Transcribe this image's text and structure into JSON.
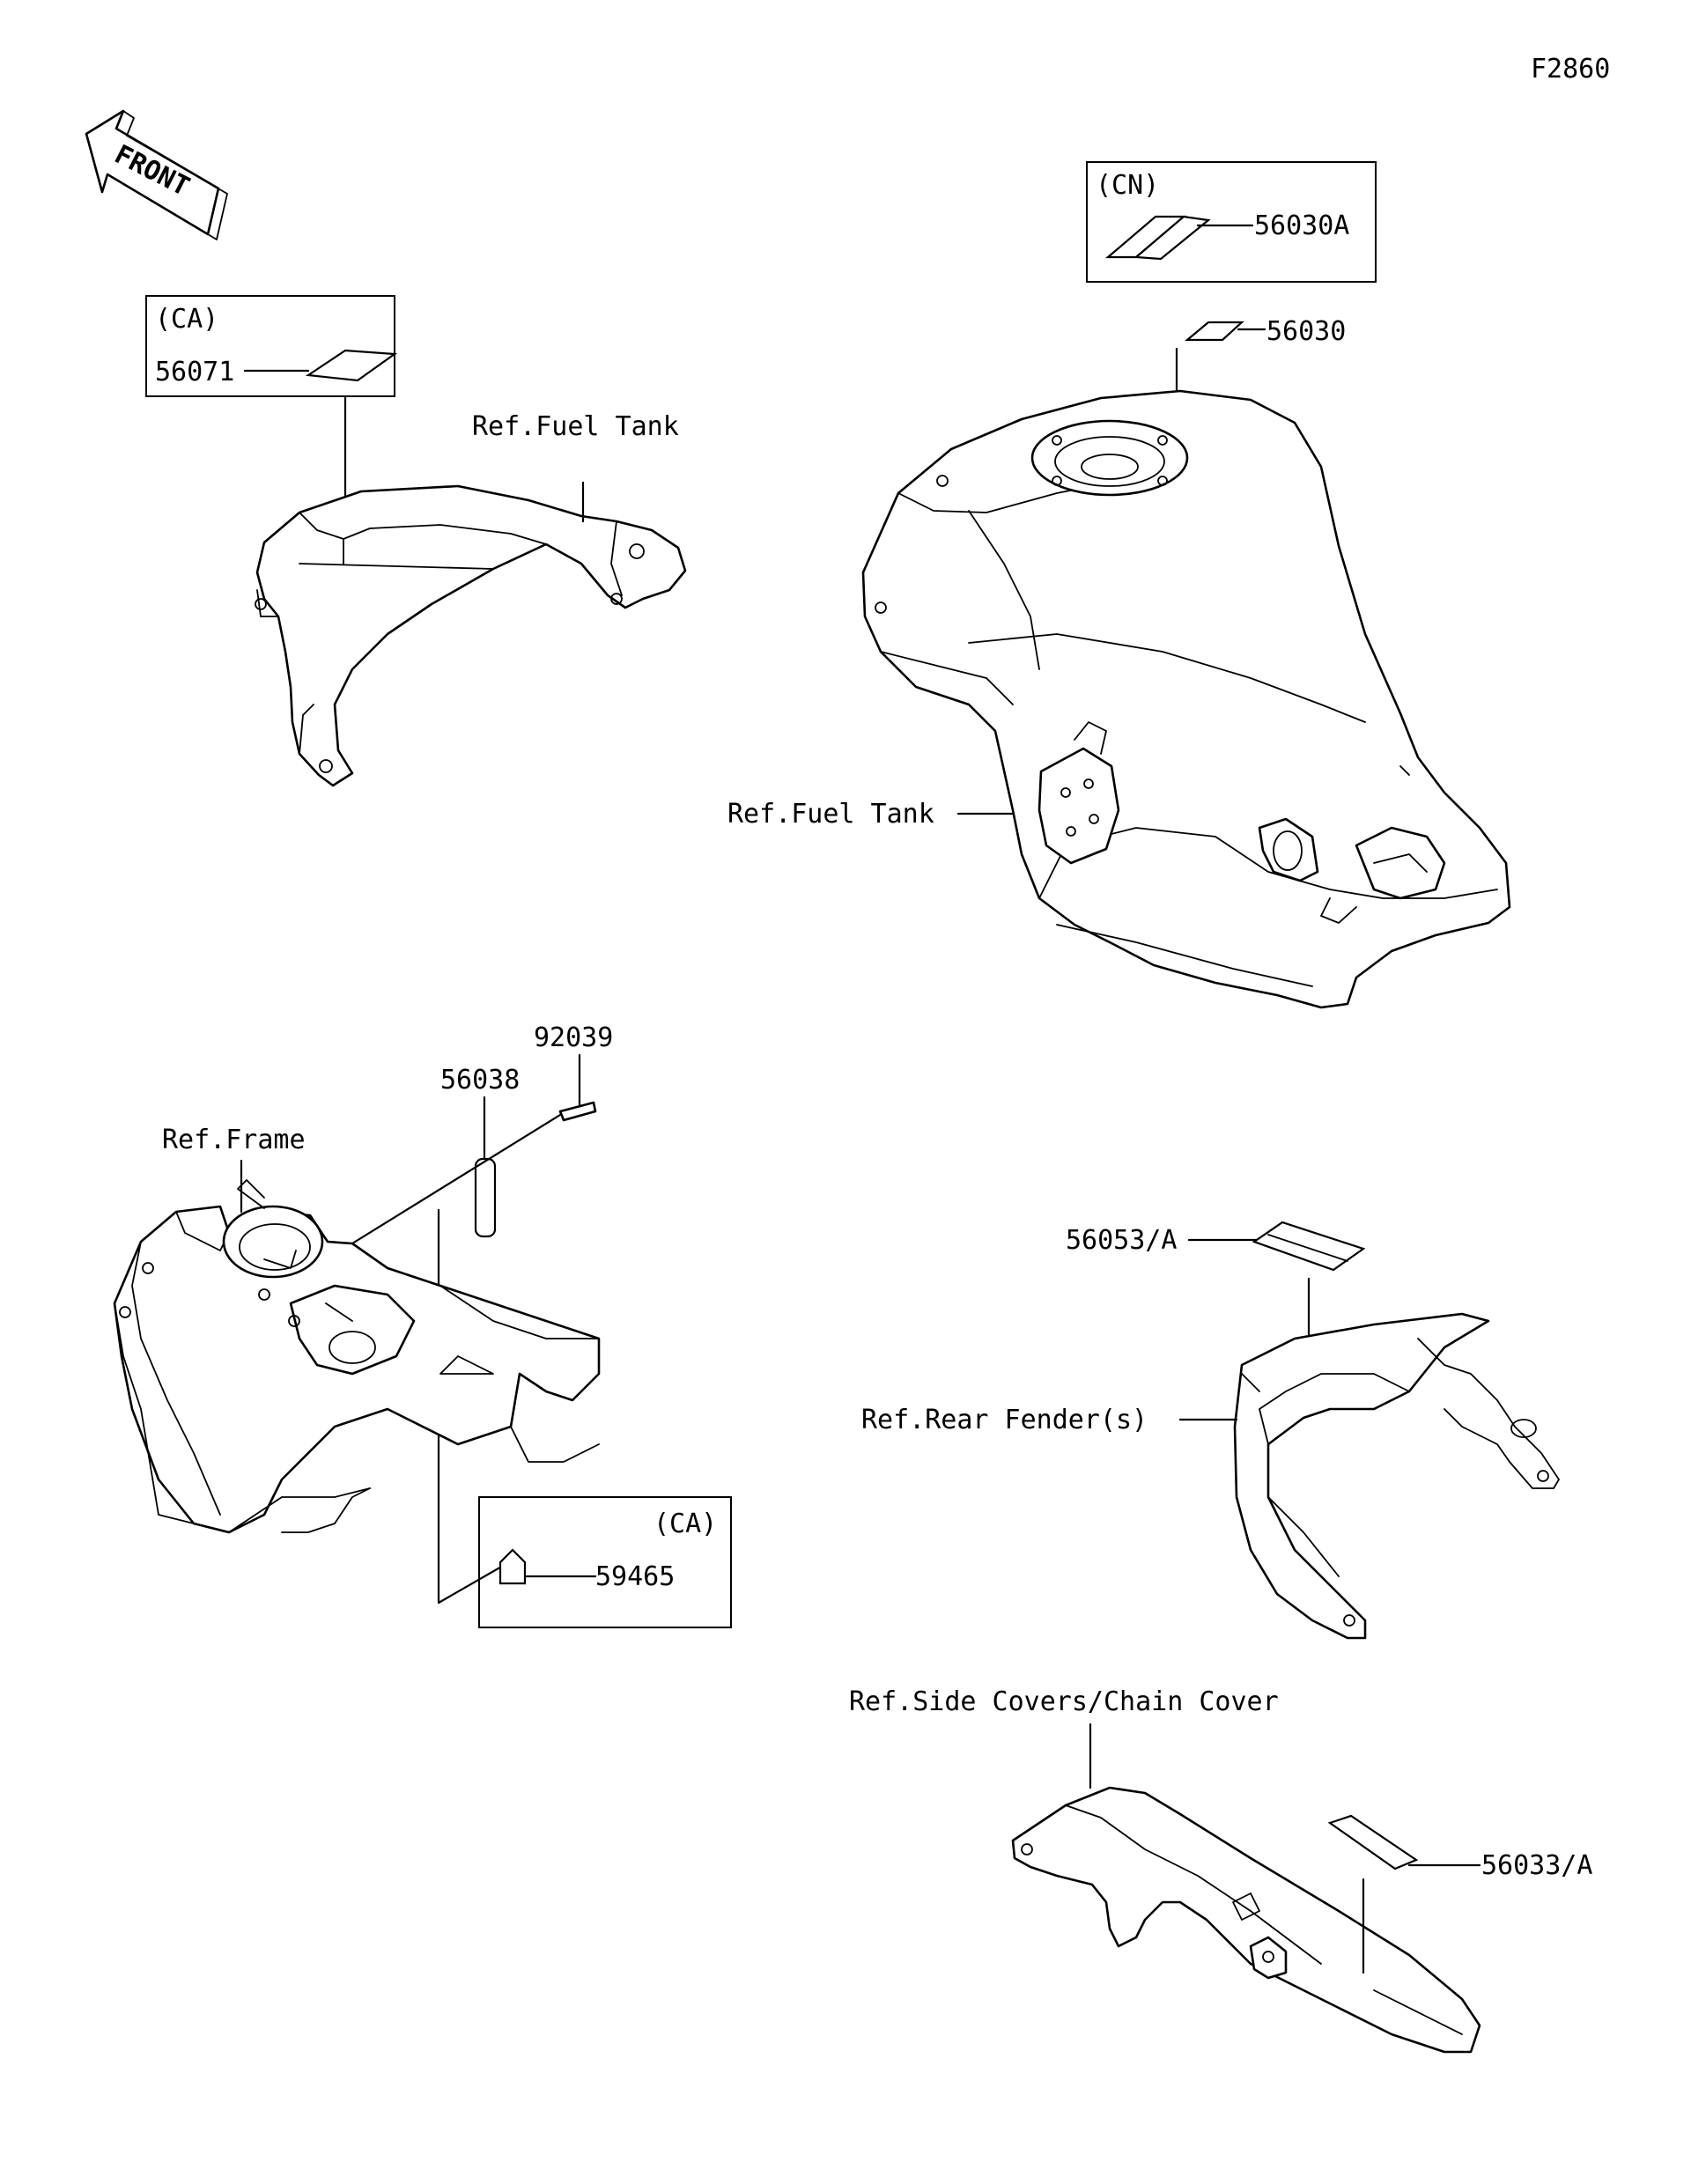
{
  "figure_code": "F2860",
  "front_arrow_text": "FRONT",
  "boxes": {
    "ca_top": {
      "region": "(CA)",
      "part": "56071"
    },
    "cn_top": {
      "region": "(CN)",
      "part": "56030A"
    },
    "ca_bottom": {
      "region": "(CA)",
      "part": "59465"
    }
  },
  "callouts": {
    "p56030": "56030",
    "p92039": "92039",
    "p56038": "56038",
    "p56053": "56053/A",
    "p56033": "56033/A"
  },
  "references": {
    "fuel_tank_cover": "Ref.Fuel Tank",
    "fuel_tank": "Ref.Fuel Tank",
    "frame": "Ref.Frame",
    "rear_fender": "Ref.Rear Fender(s)",
    "side_covers": "Ref.Side Covers/Chain Cover"
  }
}
